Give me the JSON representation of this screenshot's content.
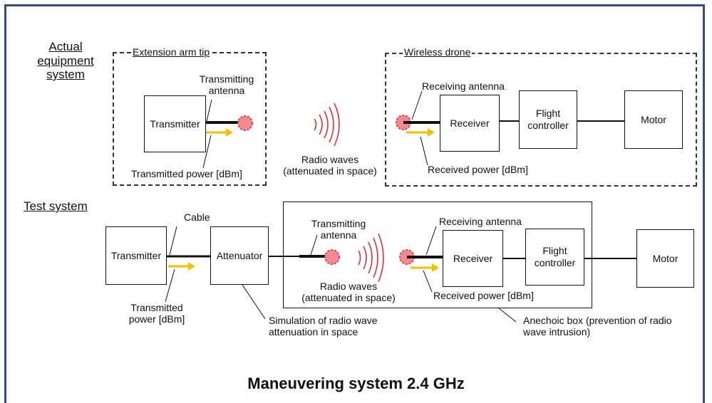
{
  "sections": {
    "actual": "Actual equipment system",
    "actual_line1": "Actual",
    "actual_line2": "equipment",
    "actual_line3": "system",
    "test": "Test system"
  },
  "actual": {
    "tx_group": "Extension arm tip",
    "rx_group": "Wireless drone",
    "transmitter": "Transmitter",
    "tx_antenna_1": "Transmitting",
    "tx_antenna_2": "antenna",
    "tx_power": "Transmitted power [dBm]",
    "radio_1": "Radio waves",
    "radio_2": "(attenuated in space)",
    "rx_antenna": "Receiving antenna",
    "receiver": "Receiver",
    "fc_1": "Flight",
    "fc_2": "controller",
    "motor": "Motor",
    "rx_power": "Received power [dBm]"
  },
  "test": {
    "transmitter": "Transmitter",
    "cable": "Cable",
    "attenuator": "Attenuator",
    "tx_antenna_1": "Transmitting",
    "tx_antenna_2": "antenna",
    "radio_1": "Radio waves",
    "radio_2": "(attenuated in space)",
    "rx_antenna": "Receiving antenna",
    "receiver": "Receiver",
    "fc_1": "Flight",
    "fc_2": "controller",
    "motor": "Motor",
    "rx_power": "Received power [dBm]",
    "tx_power_1": "Transmitted",
    "tx_power_2": "power [dBm]",
    "sim_1": "Simulation of radio wave",
    "sim_2": "attenuation in space",
    "box_1": "Anechoic box (prevention of radio",
    "box_2": "wave intrusion)"
  },
  "footer": {
    "heading": "Maneuvering system 2.4 GHz"
  },
  "colors": {
    "frame": "#2e4f86",
    "antenna_dot": "#e83e4a",
    "wave": "#e0303a",
    "power_arrow": "#f2c100"
  }
}
